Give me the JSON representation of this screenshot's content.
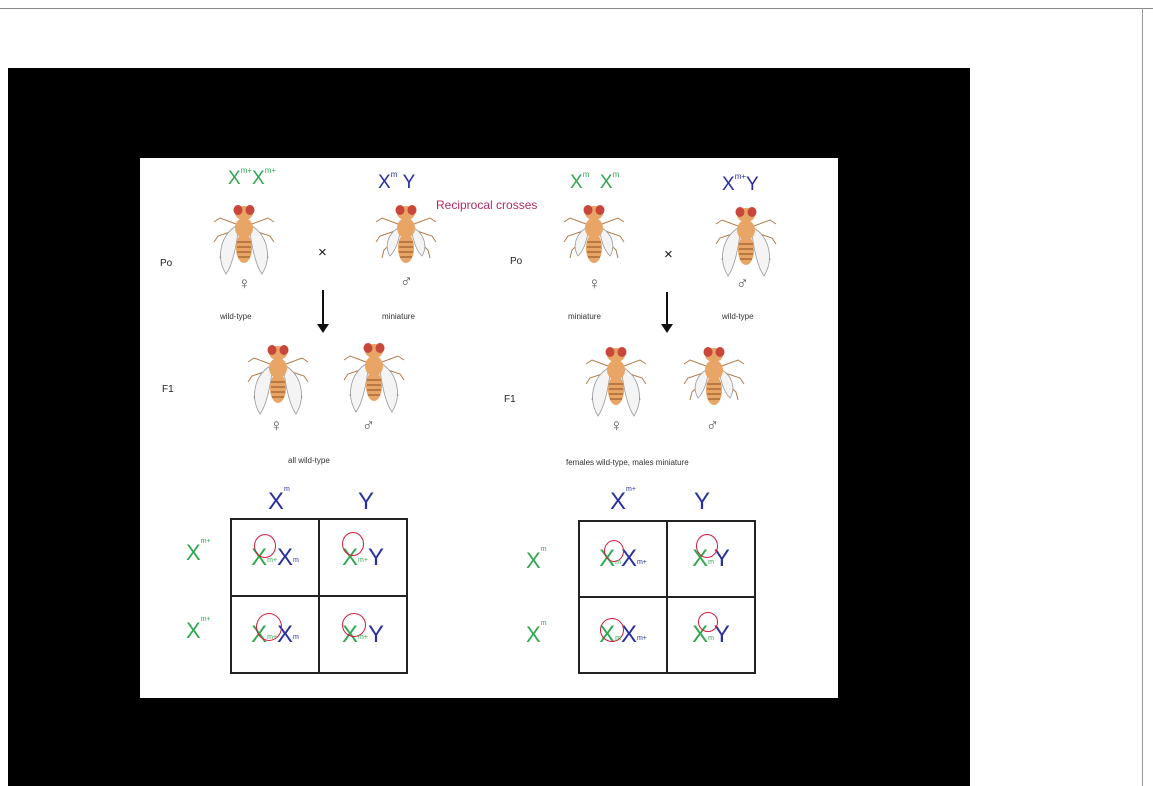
{
  "diagram": {
    "title": "Reciprocal crosses",
    "left": {
      "p0_label": "Po",
      "f1_label": "F1",
      "female_genotype": {
        "base1": "X",
        "sup1": "m+",
        "base2": "X",
        "sup2": "m+"
      },
      "male_genotype": {
        "base": "X",
        "sup": "m",
        "y": "Y"
      },
      "female_symbol": "♀",
      "male_symbol": "♂",
      "cross_symbol": "×",
      "female_caption": "wild-type",
      "male_caption": "miniature",
      "f1_caption": "all wild-type",
      "punnett": {
        "col_headers": [
          {
            "base": "X",
            "sup": "m"
          },
          {
            "base": "Y",
            "sup": ""
          }
        ],
        "row_headers": [
          {
            "base": "X",
            "sup": "m+"
          },
          {
            "base": "X",
            "sup": "m+"
          }
        ],
        "cells": [
          [
            {
              "a": "X",
              "a_sup": "m+",
              "b": "X",
              "b_sup": "m"
            },
            {
              "a": "X",
              "a_sup": "m+",
              "b": "Y",
              "b_sup": ""
            }
          ],
          [
            {
              "a": "X",
              "a_sup": "m+",
              "b": "X",
              "b_sup": "m"
            },
            {
              "a": "X",
              "a_sup": "m+",
              "b": "Y",
              "b_sup": ""
            }
          ]
        ]
      }
    },
    "right": {
      "p0_label": "Po",
      "f1_label": "F1",
      "female_genotype": {
        "base1": "X",
        "sup1": "m",
        "base2": "X",
        "sup2": "m"
      },
      "male_genotype": {
        "base": "X",
        "sup": "m+",
        "y": "Y"
      },
      "female_symbol": "♀",
      "male_symbol": "♂",
      "cross_symbol": "×",
      "female_caption": "miniature",
      "male_caption": "wild-type",
      "f1_caption": "females wild-type, males miniature",
      "punnett": {
        "col_headers": [
          {
            "base": "X",
            "sup": "m+"
          },
          {
            "base": "Y",
            "sup": ""
          }
        ],
        "row_headers": [
          {
            "base": "X",
            "sup": "m"
          },
          {
            "base": "X",
            "sup": "m"
          }
        ],
        "cells": [
          [
            {
              "a": "X",
              "a_sup": "m",
              "b": "X",
              "b_sup": "m+"
            },
            {
              "a": "X",
              "a_sup": "m",
              "b": "Y",
              "b_sup": ""
            }
          ],
          [
            {
              "a": "X",
              "a_sup": "m",
              "b": "X",
              "b_sup": "m+"
            },
            {
              "a": "X",
              "a_sup": "m",
              "b": "Y",
              "b_sup": ""
            }
          ]
        ]
      }
    },
    "colors": {
      "green": "#2fa84f",
      "blue": "#2a2fa0",
      "title": "#b02a63",
      "circle": "#d11b3c",
      "fly_body": "#e8a565",
      "fly_eye": "#c8473a"
    }
  }
}
